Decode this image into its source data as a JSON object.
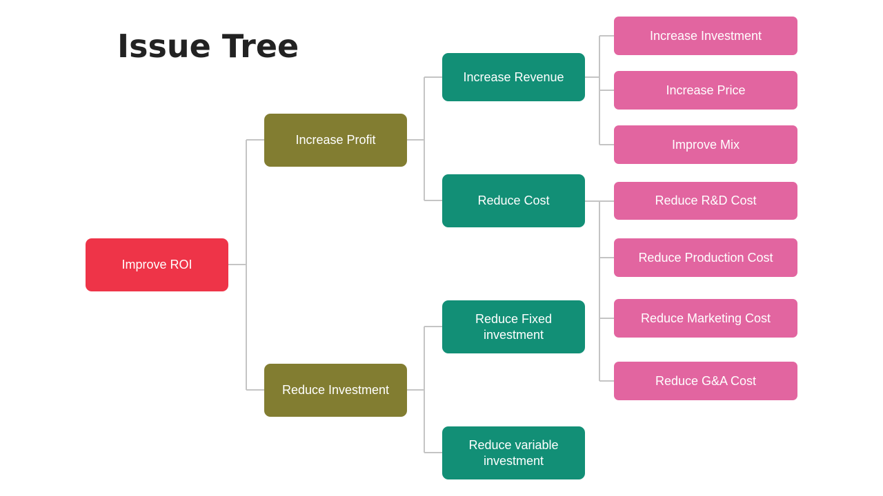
{
  "title": "Issue Tree",
  "colors": {
    "root": "#ee3448",
    "level1": "#827d31",
    "level2": "#128f76",
    "level3": "#e265a0",
    "connector": "#c4c4c4"
  },
  "tree": {
    "root": "Improve ROI",
    "increase_profit": {
      "label": "Increase Profit",
      "increase_revenue": {
        "label": "Increase Revenue",
        "items": [
          "Increase Investment",
          "Increase Price",
          "Improve Mix"
        ]
      },
      "reduce_cost": {
        "label": "Reduce Cost",
        "items": [
          "Reduce R&D Cost",
          "Reduce Production Cost",
          "Reduce Marketing Cost",
          "Reduce G&A Cost"
        ]
      }
    },
    "reduce_investment": {
      "label": "Reduce Investment",
      "reduce_fixed": [
        "Reduce Fixed",
        "investment"
      ],
      "reduce_variable": [
        "Reduce variable",
        "investment"
      ]
    }
  }
}
